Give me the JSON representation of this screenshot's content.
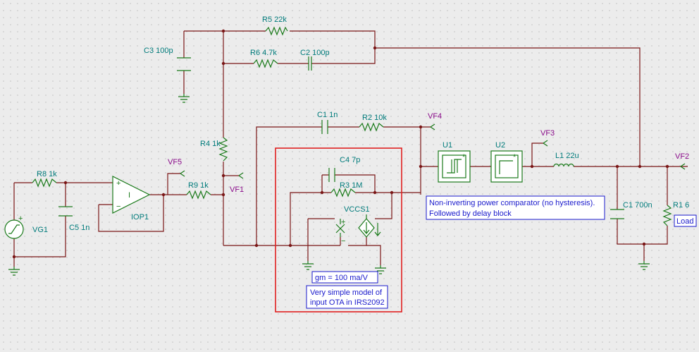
{
  "components": {
    "r5": "R5  22k",
    "r6": "R6  4.7k",
    "c2": "C2  100p",
    "c3": "C3  100p",
    "r4": "R4  1k",
    "r8": "R8  1k",
    "c5": "C5  1n",
    "vg1": "VG1",
    "iop1": "IOP1",
    "r9": "R9  1k",
    "c1_top": "C1  1n",
    "r2": "R2  10k",
    "c4": "C4   7p",
    "r3": "R3  1M",
    "vccs1": "VCCS1",
    "u1": "U1",
    "u2": "U2",
    "l1": "L1  22u",
    "c1_out": "C1  700n",
    "r1": "R1  6"
  },
  "probes": {
    "vf1": "VF1",
    "vf2": "VF2",
    "vf3": "VF3",
    "vf4": "VF4",
    "vf5": "VF5"
  },
  "symbols": {
    "opamp_i": "I",
    "plus": "+",
    "minus": "−",
    "gate_mark": "*"
  },
  "notes": {
    "gm": "gm = 100 ma/V",
    "ota_line1": "Very simple model of",
    "ota_line2": "input OTA in IRS2092",
    "comparator_line1": "Non-inverting power comparator (no hysteresis).",
    "comparator_line2": "Followed by delay block",
    "load": "Load"
  },
  "colors": {
    "wire": "#7a1616",
    "component": "#1a7a1a",
    "label": "#007b7b",
    "probe": "#8a0c8a",
    "note_text": "#1a1acc",
    "highlight_box": "#e02020"
  },
  "icons": [
    "ramp-source-icon",
    "op-amp-icon",
    "comparator-icon",
    "delay-block-icon",
    "vccs-icon",
    "ground-icon",
    "probe-icon"
  ]
}
